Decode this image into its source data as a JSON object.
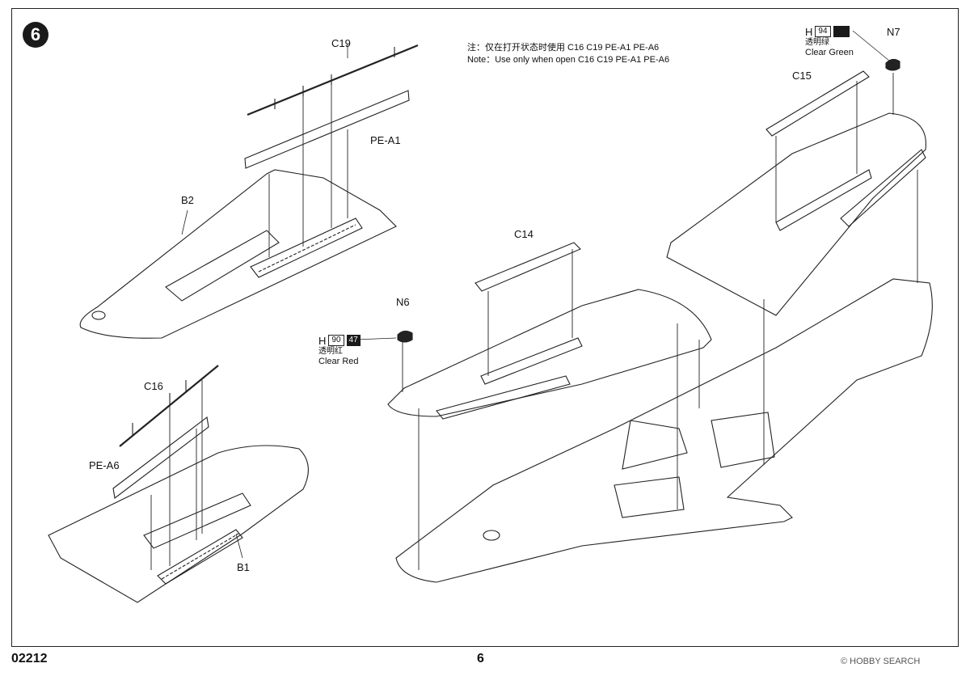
{
  "step": "6",
  "note": {
    "chinese": "注：仅在打开状态时使用 C16 C19 PE-A1 PE-A6",
    "english": "Note：Use only when open C16 C19 PE-A1 PE-A6"
  },
  "labels": {
    "c19": "C19",
    "pe_a1": "PE-A1",
    "b2": "B2",
    "c16": "C16",
    "pe_a6": "PE-A6",
    "b1": "B1",
    "c14": "C14",
    "c15": "C15",
    "n6": "N6",
    "n7": "N7"
  },
  "color_n7": {
    "h": "H",
    "code1": "94",
    "code2": "",
    "chinese": "透明绿",
    "english": "Clear Green"
  },
  "color_n6": {
    "h": "H",
    "code1": "90",
    "code2": "47",
    "chinese": "透明红",
    "english": "Clear Red"
  },
  "footer": {
    "product": "02212",
    "page": "6",
    "watermark": "© HOBBY SEARCH"
  }
}
